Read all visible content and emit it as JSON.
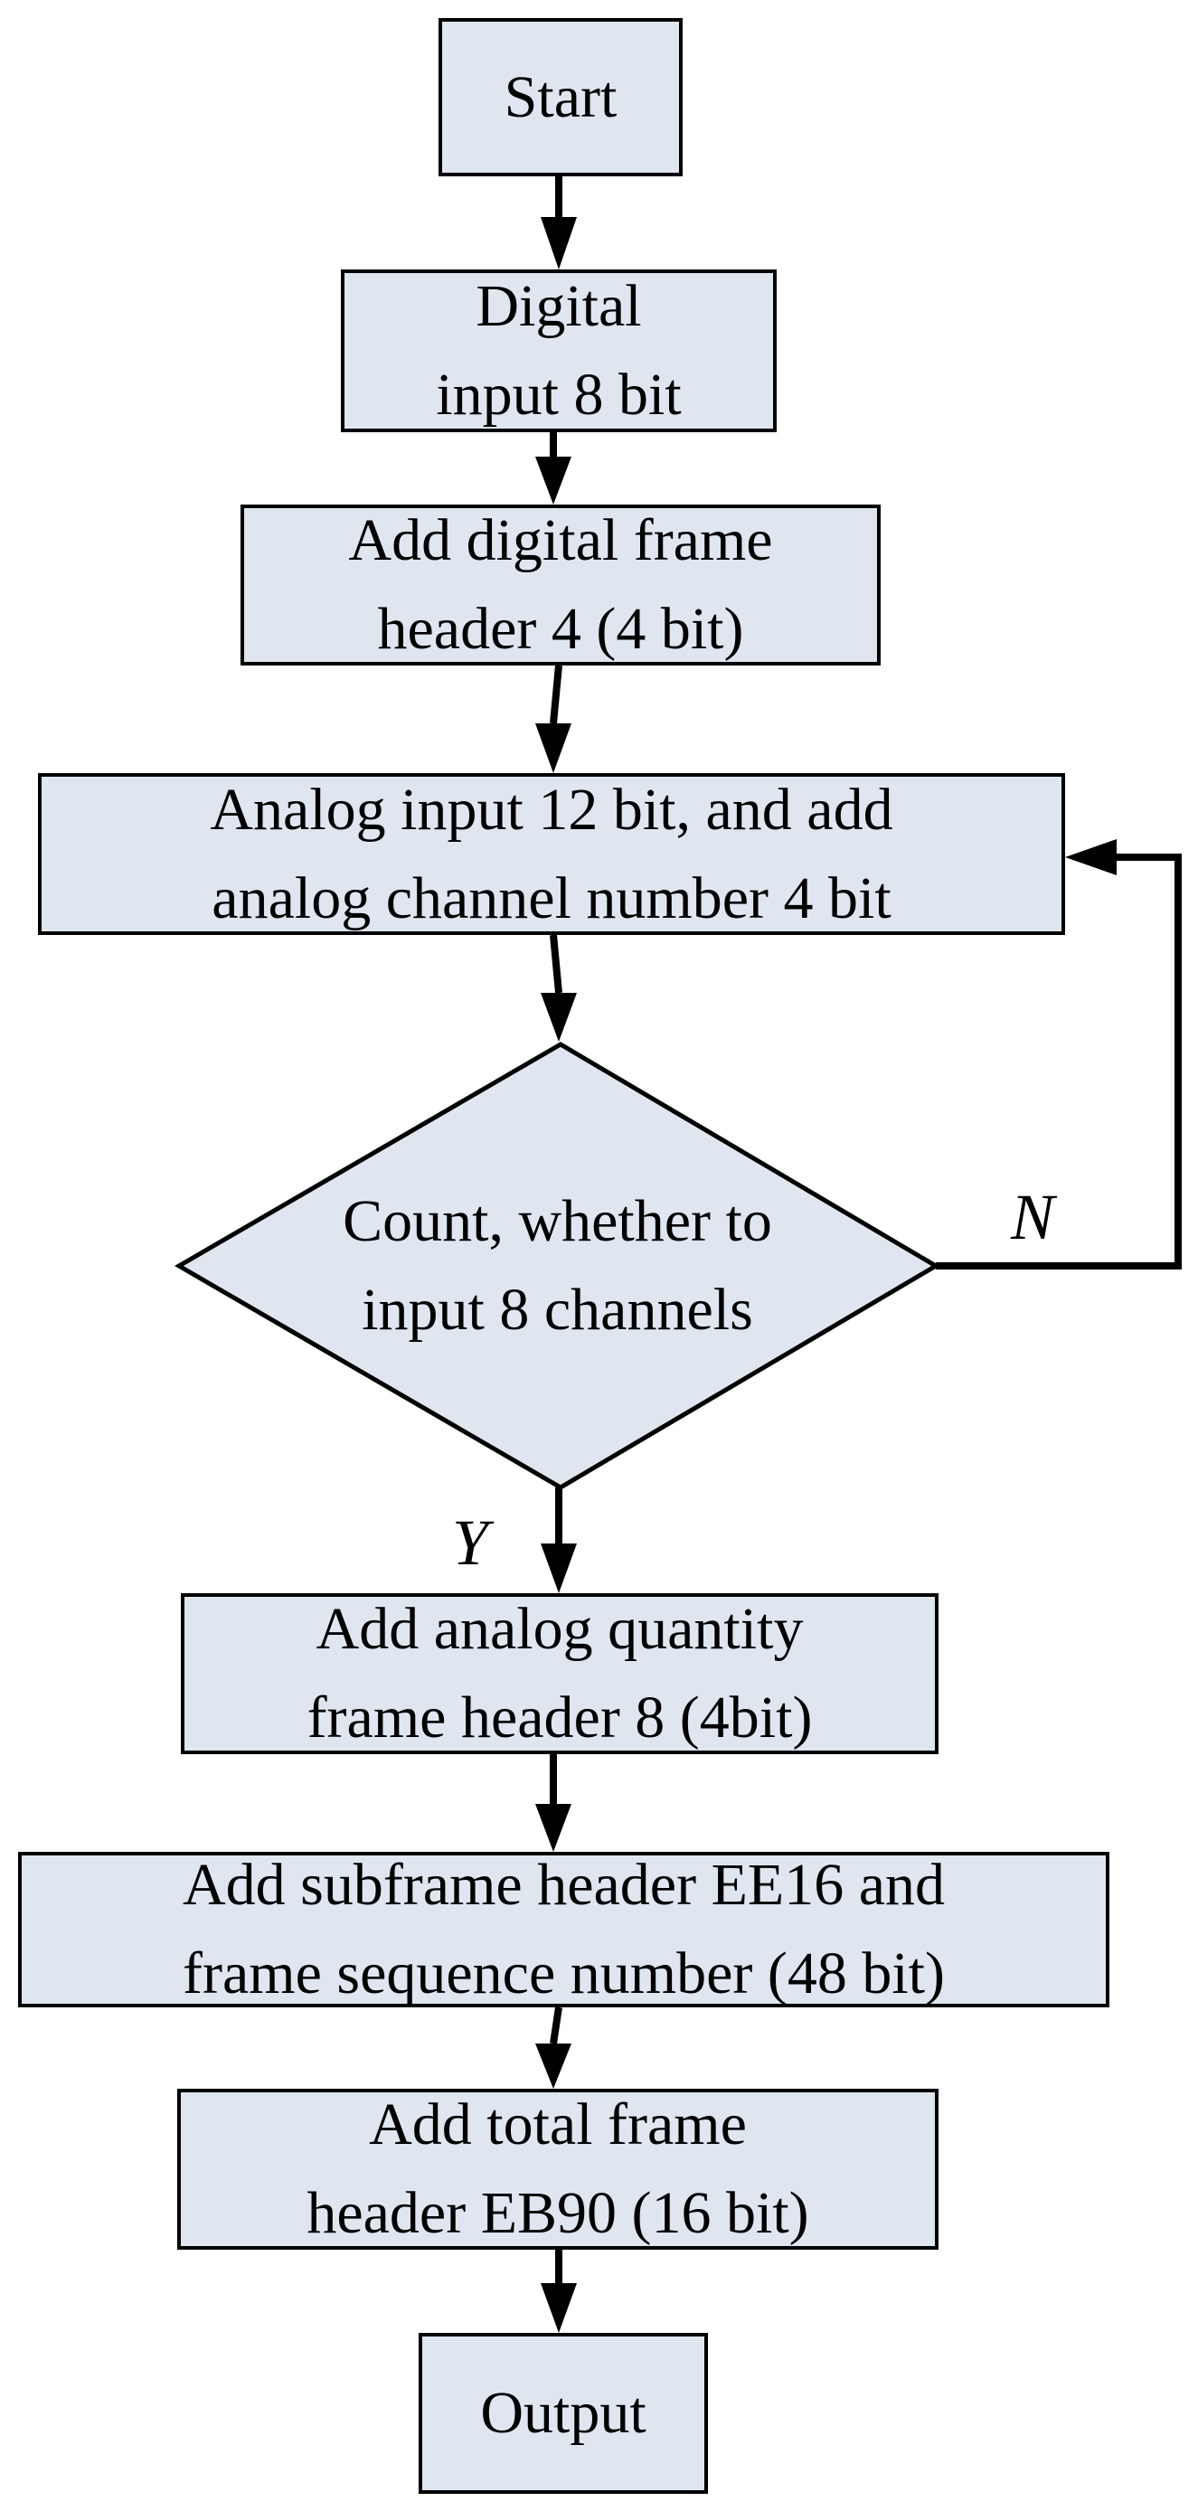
{
  "flowchart": {
    "start": "Start",
    "digital_input": [
      "Digital",
      "input 8 bit"
    ],
    "digital_header": [
      "Add digital frame",
      "header 4 (4 bit)"
    ],
    "analog_input": [
      "Analog input 12 bit, and add",
      "analog channel number 4 bit"
    ],
    "decision": [
      "Count, whether to",
      "input 8 channels"
    ],
    "no_label": "N",
    "yes_label": "Y",
    "analog_header": [
      "Add analog quantity",
      "frame header 8 (4bit)"
    ],
    "subframe_header": [
      "Add subframe header EE16 and",
      "frame sequence number (48 bit)"
    ],
    "total_header": [
      "Add total frame",
      "header EB90 (16 bit)"
    ],
    "output": "Output"
  },
  "colors": {
    "node_fill": "#dfe6f0",
    "stroke": "#000000",
    "text": "#000000"
  }
}
